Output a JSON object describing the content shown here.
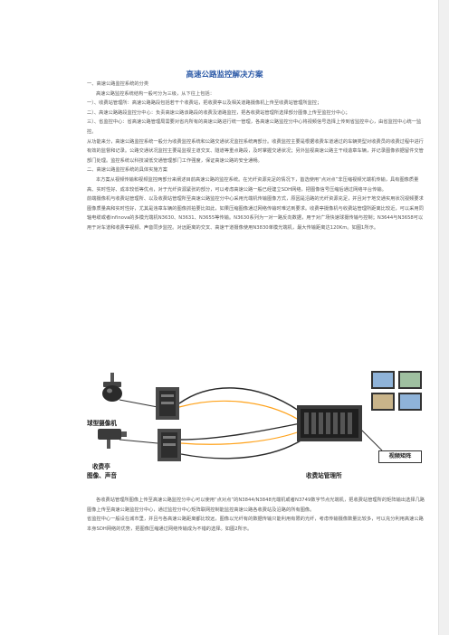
{
  "title": "高速公路监控解决方案",
  "paragraphs_top": [
    "一、高速公路监控系统的分类",
    "高速公路监控系统结构一般可分为三级，从下往上包括：",
    "一）、收费站管理所：高速公路路段包括若干个收费站，把收费亭以及相关道路摄像机上传至收费站管理所监控；",
    "二）、高速公路路段监控分中心：负责高速公路该路段的收费及道路监控，把各收费站管理所选择部分图像上传至监控分中心；",
    "三）、省监控中心：省高速公路管理局需要对省内所有的高速公路进行统一管理，各高速公路监控分中心将视频信号选择上传到省监控中心，由省监控中心统一监控。",
    "从功能来分，高速公路监控系统一般分为收费监控系统和公路交通状况监控系统两部分。收费监控主要是根据收费车道通过的车辆类型对收费员的收费过程中进行有效的监督和记录。公路交通状况监控主要是监视主道交叉、隧道等重点路段，及时掌握交通状况；另外监视高速公路主干线造章车辆，并记录图像依据留件交管部门处理。监控系统以科技减低交通管理部门工作强度，保证高速公路的安全通畅。",
    "二、高速公路监控系统的具体实施方案",
    "本方案从视频传输和视频监控两部分来阐述目前高速公路的监控系统。在光纤资源充足的情况下，首选使用“点对点”非压缩视频光端机传输，具有图像质量高、实时性好、成本较低等优点，对于光纤资源紧张的部分，可以考虑高速公路一般已经建立SDH网络，把图像信号压缩后通过网络平台传输。",
    "前端摄像机与收费站管理所、以及收费站管理所至高速公路监控分中心采用光端机传输图像方式，原因是沿路的光纤资源充足，并且对于地交通实用状况视频要求图像质量高和实时性好，尤其是违章车辆的图像抓拍要比如此，如果压缩图像通过网络传输时难达到要求。收费亭摄像机与收费站管理所距离比较近，可以采用同轴电缆或者infinova的多模光端机N3630、N3631、N3655等传输。N3630系列为一对一路反向数据，用于对广场快速球摄传输与控制；N3644与N3658可以用于对车道和收费亭视频、声音同步监控。对远距离的交叉、高速干道摄像使用N3830单模光端机，最大传输距离达120Km。如图1所示。"
  ],
  "figure": {
    "label_camera": "球型摄像机",
    "label_booth_line1": "收费亭",
    "label_booth_line2": "图像、声音",
    "label_matrix": "视频矩阵",
    "label_station": "收费站管理所"
  },
  "paragraphs_bottom": [
    "各收费站管理所图像上传至高速公路监控分中心可以使用“点对点”的N3844/N3848光端机或者N3749数字节点光端机，把收费站管理所的矩阵输出选择几路图像上传至高速公路监控分中心，通过监控分中心矩阵联网控制能监控高速公路各收费站及沿路的所有图像。",
    "省监控中心一般设在城市里，并且与各高速公路距离都比较远，图像以光纤有的数据传输只能利用有限的光纤，考虑传输摄像数量比较多，可以充分利用高速公路本身SDH网络的优势，把图像压缩通过网络传输成为不错的选择。如图2所示。"
  ]
}
